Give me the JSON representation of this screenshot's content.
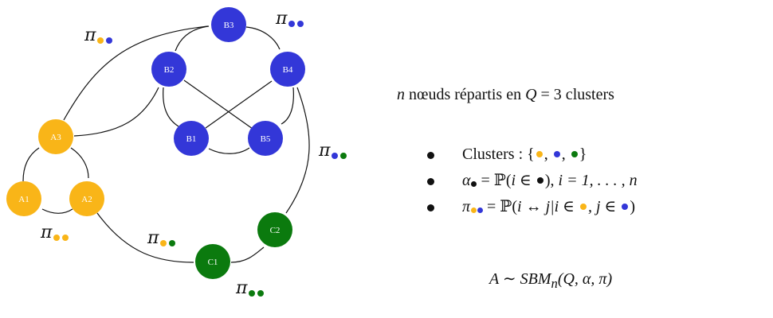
{
  "colors": {
    "cluster_a": "#F9B518",
    "cluster_b": "#3337D8",
    "cluster_c": "#0B7A0E",
    "black": "#111111"
  },
  "graph": {
    "nodes": [
      {
        "id": "B3",
        "label": "B3",
        "cluster": "b"
      },
      {
        "id": "B2",
        "label": "B2",
        "cluster": "b"
      },
      {
        "id": "B4",
        "label": "B4",
        "cluster": "b"
      },
      {
        "id": "B1",
        "label": "B1",
        "cluster": "b"
      },
      {
        "id": "B5",
        "label": "B5",
        "cluster": "b"
      },
      {
        "id": "A3",
        "label": "A3",
        "cluster": "a"
      },
      {
        "id": "A1",
        "label": "A1",
        "cluster": "a"
      },
      {
        "id": "A2",
        "label": "A2",
        "cluster": "a"
      },
      {
        "id": "C1",
        "label": "C1",
        "cluster": "c"
      },
      {
        "id": "C2",
        "label": "C2",
        "cluster": "c"
      }
    ],
    "edges": [
      [
        "B3",
        "B2"
      ],
      [
        "B3",
        "B4"
      ],
      [
        "B2",
        "B1"
      ],
      [
        "B2",
        "B5"
      ],
      [
        "B4",
        "B1"
      ],
      [
        "B4",
        "B5"
      ],
      [
        "B1",
        "B5"
      ],
      [
        "A3",
        "A1"
      ],
      [
        "A3",
        "A2"
      ],
      [
        "A1",
        "A2"
      ],
      [
        "A3",
        "B3"
      ],
      [
        "A3",
        "B2"
      ],
      [
        "A2",
        "C1"
      ],
      [
        "C1",
        "C2"
      ],
      [
        "C2",
        "B4"
      ]
    ],
    "pi_labels": [
      {
        "name": "pi-ab",
        "symbol": "π",
        "clusters": [
          "a",
          "b"
        ]
      },
      {
        "name": "pi-bb",
        "symbol": "π",
        "clusters": [
          "b",
          "b"
        ]
      },
      {
        "name": "pi-bc",
        "symbol": "π",
        "clusters": [
          "b",
          "c"
        ]
      },
      {
        "name": "pi-aa",
        "symbol": "π",
        "clusters": [
          "a",
          "a"
        ]
      },
      {
        "name": "pi-ac",
        "symbol": "π",
        "clusters": [
          "a",
          "c"
        ]
      },
      {
        "name": "pi-cc",
        "symbol": "π",
        "clusters": [
          "c",
          "c"
        ]
      }
    ]
  },
  "legend": {
    "title": {
      "var_n": "n",
      "text1": " nœuds répartis en ",
      "var_Q": "Q",
      "text2": " = 3 clusters"
    },
    "bullets": {
      "clusters": {
        "label": "Clusters",
        "sep": " : {",
        "close": "}"
      },
      "alpha": {
        "symbol": "α",
        "eq": " = ℙ(",
        "var_i": "i",
        "in": " ∈ ",
        "close": "), ",
        "range": "i = 1, . . . , n"
      },
      "pi": {
        "symbol": "π",
        "eq": " = ℙ(",
        "body1": "i ↔ j|i ∈ ",
        "comma": ", j ∈ ",
        "close": ")"
      }
    },
    "model": "A ∼ SBM",
    "model_sub": "n",
    "model_args": "(Q, α, π)"
  }
}
